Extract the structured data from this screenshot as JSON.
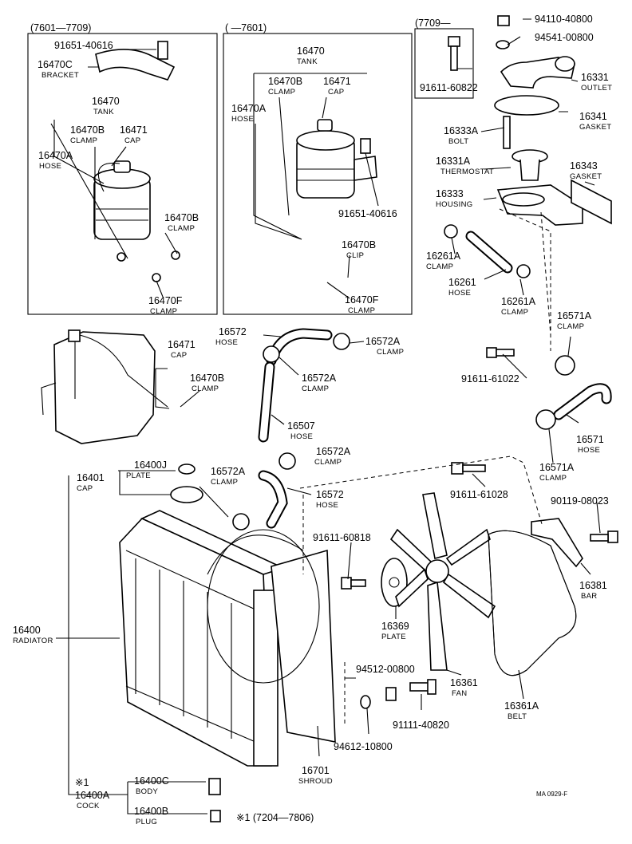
{
  "headers": {
    "left": "(7601—7709)",
    "middle": "(     —7601)",
    "right": "(7709—"
  },
  "labels": [
    {
      "id": "l01",
      "pn": "91651-40616",
      "name": ""
    },
    {
      "id": "l02",
      "pn": "16470C",
      "name": "BRACKET"
    },
    {
      "id": "l03",
      "pn": "16470",
      "name": "TANK"
    },
    {
      "id": "l04",
      "pn": "16470B",
      "name": "CLAMP"
    },
    {
      "id": "l05",
      "pn": "16471",
      "name": "CAP"
    },
    {
      "id": "l06",
      "pn": "16470A",
      "name": "HOSE"
    },
    {
      "id": "l07",
      "pn": "16470B",
      "name": "CLAMP"
    },
    {
      "id": "l08",
      "pn": "16470F",
      "name": "CLAMP"
    },
    {
      "id": "l09",
      "pn": "16470",
      "name": "TANK"
    },
    {
      "id": "l10",
      "pn": "16470B",
      "name": "CLAMP"
    },
    {
      "id": "l11",
      "pn": "16471",
      "name": "CAP"
    },
    {
      "id": "l12",
      "pn": "16470A",
      "name": "HOSE"
    },
    {
      "id": "l13",
      "pn": "91651-40616",
      "name": ""
    },
    {
      "id": "l14",
      "pn": "16470B",
      "name": "CLIP"
    },
    {
      "id": "l15",
      "pn": "16470F",
      "name": "CLAMP"
    },
    {
      "id": "l16",
      "pn": "91611-60822",
      "name": ""
    },
    {
      "id": "l17",
      "pn": "94110-40800",
      "name": ""
    },
    {
      "id": "l18",
      "pn": "94541-00800",
      "name": ""
    },
    {
      "id": "l19",
      "pn": "16331",
      "name": "OUTLET"
    },
    {
      "id": "l20",
      "pn": "16341",
      "name": "GASKET"
    },
    {
      "id": "l21",
      "pn": "16333A",
      "name": "BOLT"
    },
    {
      "id": "l22",
      "pn": "16331A",
      "name": "THERMOSTAT"
    },
    {
      "id": "l23",
      "pn": "16343",
      "name": "GASKET"
    },
    {
      "id": "l24",
      "pn": "16333",
      "name": "HOUSING"
    },
    {
      "id": "l25",
      "pn": "16261A",
      "name": "CLAMP"
    },
    {
      "id": "l26",
      "pn": "16261",
      "name": "HOSE"
    },
    {
      "id": "l27",
      "pn": "16261A",
      "name": "CLAMP"
    },
    {
      "id": "l28",
      "pn": "16572",
      "name": "HOSE"
    },
    {
      "id": "l29",
      "pn": "16572A",
      "name": "CLAMP"
    },
    {
      "id": "l30",
      "pn": "16572A",
      "name": "CLAMP"
    },
    {
      "id": "l31",
      "pn": "16471",
      "name": "CAP"
    },
    {
      "id": "l32",
      "pn": "16470B",
      "name": "CLAMP"
    },
    {
      "id": "l33",
      "pn": "16507",
      "name": "HOSE"
    },
    {
      "id": "l34",
      "pn": "16572A",
      "name": "CLAMP"
    },
    {
      "id": "l35",
      "pn": "16571A",
      "name": "CLAMP"
    },
    {
      "id": "l36",
      "pn": "91611-61022",
      "name": ""
    },
    {
      "id": "l37",
      "pn": "16571",
      "name": "HOSE"
    },
    {
      "id": "l38",
      "pn": "16571A",
      "name": "CLAMP"
    },
    {
      "id": "l39",
      "pn": "16400J",
      "name": "PLATE"
    },
    {
      "id": "l40",
      "pn": "16401",
      "name": "CAP"
    },
    {
      "id": "l41",
      "pn": "16572A",
      "name": "CLAMP"
    },
    {
      "id": "l42",
      "pn": "16572",
      "name": "HOSE"
    },
    {
      "id": "l43",
      "pn": "91611-61028",
      "name": ""
    },
    {
      "id": "l44",
      "pn": "90119-08023",
      "name": ""
    },
    {
      "id": "l45",
      "pn": "91611-60818",
      "name": ""
    },
    {
      "id": "l46",
      "pn": "16381",
      "name": "BAR"
    },
    {
      "id": "l47",
      "pn": "16369",
      "name": "PLATE"
    },
    {
      "id": "l48",
      "pn": "16400",
      "name": "RADIATOR"
    },
    {
      "id": "l49",
      "pn": "94512-00800",
      "name": ""
    },
    {
      "id": "l50",
      "pn": "16361",
      "name": "FAN"
    },
    {
      "id": "l51",
      "pn": "16361A",
      "name": "BELT"
    },
    {
      "id": "l52",
      "pn": "91111-40820",
      "name": ""
    },
    {
      "id": "l53",
      "pn": "94612-10800",
      "name": ""
    },
    {
      "id": "l54",
      "pn": "16701",
      "name": "SHROUD"
    },
    {
      "id": "l55",
      "pn": "16400C",
      "name": "BODY"
    },
    {
      "id": "l56",
      "pn": "16400A",
      "name": "COCK"
    },
    {
      "id": "l57",
      "pn": "16400B",
      "name": "PLUG"
    }
  ],
  "footnote": {
    "mark": "※1",
    "note": "※1  (7204—7806)"
  },
  "ref_code": "MA  0929-F"
}
